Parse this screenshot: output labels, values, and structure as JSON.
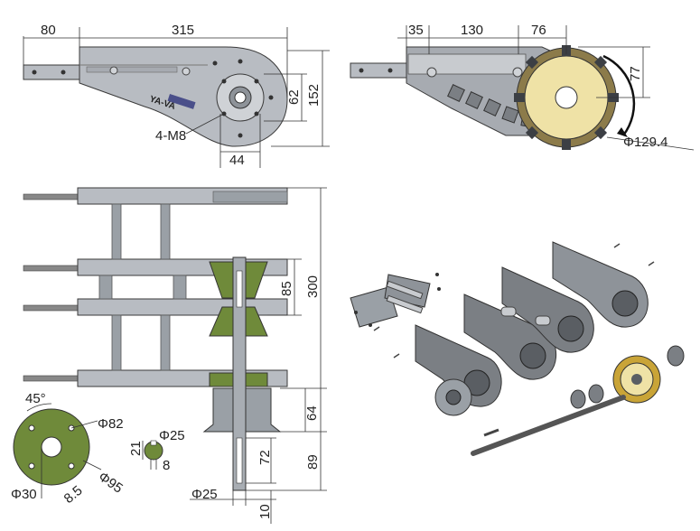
{
  "top_left_view": {
    "dim_extension": "80",
    "dim_length": "315",
    "dim_height": "152",
    "dim_hub": "62",
    "dim_bolt_spacing": "44",
    "bolt_label": "4-M8",
    "logo_text": "YA-VA"
  },
  "top_right_view": {
    "dim_a": "35",
    "dim_b": "130",
    "dim_c": "76",
    "dim_vertical": "77",
    "dim_sprocket": "Φ129.4"
  },
  "front_view": {
    "dim_total_height": "300",
    "dim_module_pitch": "85",
    "dim_bearing_block": "64",
    "dim_shaft_lower": "89",
    "dim_shaft_keyway": "72",
    "dim_shaft_end": "10",
    "dim_shaft_diameter": "Φ25"
  },
  "flange_detail": {
    "angle": "45°",
    "bolt_circle": "Φ82",
    "outer_diameter": "Φ95",
    "bore": "Φ30",
    "hole_offset": "8.5"
  },
  "shaft_section": {
    "diameter": "Φ25",
    "key_height": "21",
    "key_width": "8"
  },
  "colors": {
    "housing": "#b8bcc2",
    "housing_dark": "#8e9399",
    "flange_green": "#6f8a3a",
    "sprocket_cream": "#efe2a6",
    "sprocket_gold": "#c9a437"
  }
}
